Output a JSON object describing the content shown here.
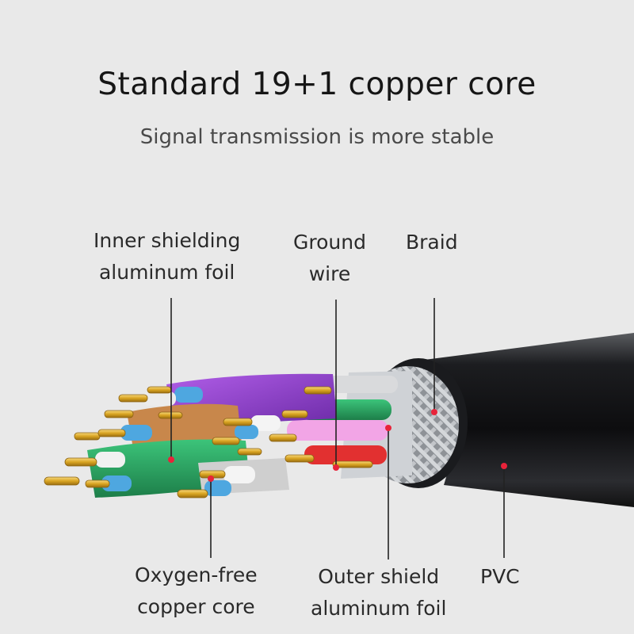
{
  "header": {
    "title": "Standard 19+1 copper core",
    "subtitle": "Signal transmission is more stable"
  },
  "labels": {
    "inner_shield": [
      "Inner shielding",
      "aluminum foil"
    ],
    "ground": [
      "Ground",
      "wire"
    ],
    "braid": "Braid",
    "copper": [
      "Oxygen-free",
      "copper core"
    ],
    "outer_shield": [
      "Outer shield",
      "aluminum foil"
    ],
    "pvc": "PVC"
  },
  "colors": {
    "background": "#e9e9e9",
    "jacket": "#141416",
    "braid": "#b9bcc0",
    "marker": "#e8233a",
    "gold": "#d9a422"
  }
}
